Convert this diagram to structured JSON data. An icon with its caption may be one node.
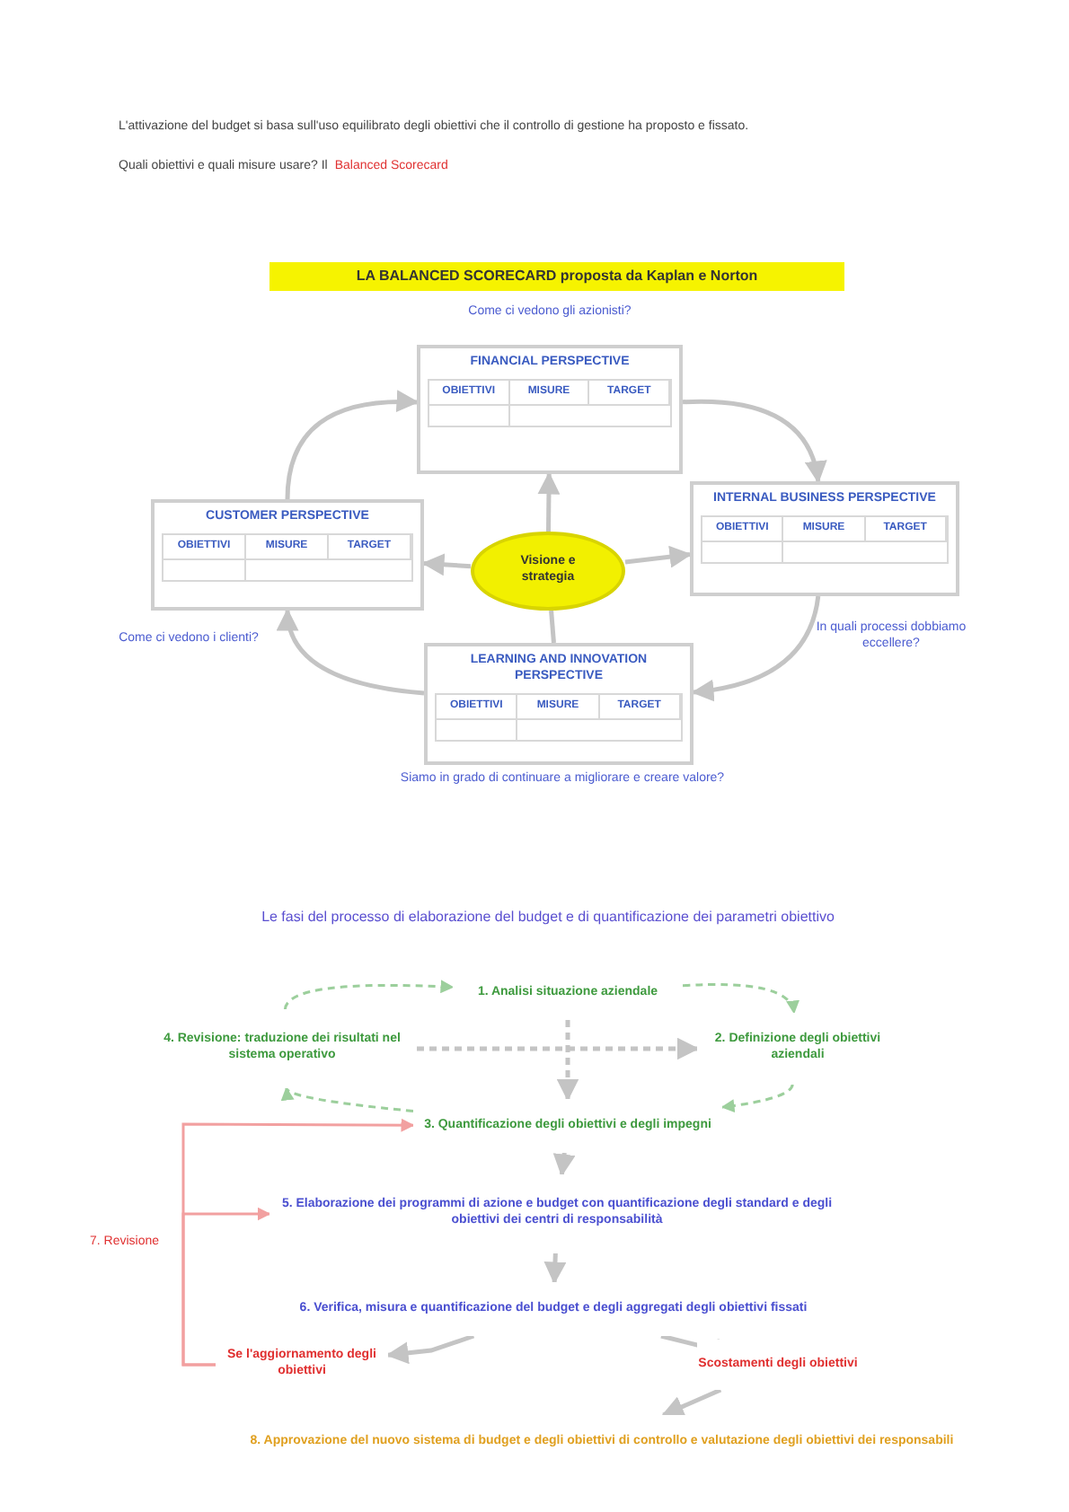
{
  "diagram": {
    "title": "LA BALANCED SCORECARD proposta da Kaplan e Norton",
    "nodes": [
      {
        "text": [
          "FINANCIAL PERSPECTIVE",
          "OBIETTIVI",
          "MISURE",
          "TARGET"
        ],
        "beside": [
          "Come ci vedono gli azionisti?"
        ]
      },
      {
        "text": [
          "CUSTOMER PERSPECTIVE",
          "OBIETTIVI",
          "MISURE",
          "TARGET"
        ],
        "beside": [
          "Come ci vedono i clienti?"
        ]
      },
      {
        "text": [
          "Visione e strategia"
        ]
      },
      {
        "text": [
          "INTERNAL BUSINESS PERSPECTIVE",
          "OBIETTIVI",
          "MISURE",
          "TARGET"
        ],
        "beside": [
          "In quali processi dobbiamo eccellere?"
        ]
      },
      {
        "text": [
          "LEARNING AND INNOVATION PERSPECTIVE",
          "OBIETTIVI",
          "MISURE",
          "TARGET"
        ],
        "beside": [
          "Siamo in grado di continuare a migliorare e creare valore?"
        ]
      },
      {
        "text": [
          "1. Analisi situazione aziendale"
        ]
      },
      {
        "text": [
          "4. Revisione: traduzione dei risultati nel sistema operativo"
        ]
      },
      {
        "text": [
          "2. Definizione degli obiettivi aziendali"
        ]
      },
      {
        "text": [
          "3. Quantificazione degli obiettivi e degli impegni"
        ]
      },
      {
        "text": [
          "5. Elaborazione dei programmi di azione e budget con quantificazione degli standard e degli obiettivi dei centri di responsabilità"
        ]
      },
      {
        "text": [
          "6. Verifica, misura e quantificazione del budget e degli aggregati degli obiettivi fissati"
        ]
      },
      {
        "text": [
          "Se l'aggiornamento degli obiettivi"
        ]
      },
      {
        "text": [
          "Scostamenti degli obiettivi"
        ]
      },
      {
        "text": [
          "8. Approvazione del nuovo sistema di budget e degli obiettivi di controllo e valutazione degli obiettivi dei responsabili"
        ]
      }
    ],
    "edges": [
      {
        "from": 1,
        "to": 0,
        "arrow": "to"
      },
      {
        "from": 0,
        "to": 3,
        "arrow": "to"
      },
      {
        "from": 3,
        "to": 4,
        "arrow": "to"
      },
      {
        "from": 4,
        "to": 1,
        "arrow": "to"
      },
      {
        "from": 2,
        "to": 0,
        "arrow": "to"
      },
      {
        "from": 2,
        "to": 1,
        "arrow": "to"
      },
      {
        "from": 2,
        "to": 3,
        "arrow": "to"
      },
      {
        "from": 2,
        "to": 4,
        "arrow": "none"
      },
      {
        "from": 5,
        "to": 7,
        "arrow": "to",
        "style": "dashed",
        "color": "#9ccf9c"
      },
      {
        "from": 7,
        "to": 8,
        "arrow": "to",
        "style": "dashed",
        "color": "#9ccf9c"
      },
      {
        "from": 8,
        "to": 6,
        "arrow": "to",
        "style": "dashed",
        "color": "#9ccf9c"
      },
      {
        "from": 6,
        "to": 5,
        "arrow": "to",
        "style": "dashed",
        "color": "#9ccf9c"
      },
      {
        "from": 5,
        "to": 8,
        "arrow": "to",
        "style": "dashed"
      },
      {
        "from": 6,
        "to": 7,
        "arrow": "to",
        "style": "dashed"
      },
      {
        "from": 8,
        "to": 9,
        "arrow": "to"
      },
      {
        "from": 9,
        "to": 10,
        "arrow": "to"
      },
      {
        "from": 10,
        "to": 11,
        "arrow": "to"
      },
      {
        "from": 10,
        "to": 12,
        "arrow": "to"
      },
      {
        "from": 12,
        "to": 13,
        "arrow": "to"
      },
      {
        "from": 11,
        "to": 8,
        "arrow": "to",
        "color": "#f2a0a0",
        "label": "7. Revisione"
      },
      {
        "from": 11,
        "to": 9,
        "arrow": "to",
        "color": "#f2a0a0"
      }
    ],
    "labels": [
      "L'attivazione del budget si basa sull'uso equilibrato degli obiettivi che il controllo di gestione ha proposto e fissato.",
      "Quali obiettivi e quali misure usare? Il",
      "Balanced Scorecard",
      "Le fasi del processo di elaborazione del budget e di quantificazione dei parametri obiettivo"
    ]
  }
}
